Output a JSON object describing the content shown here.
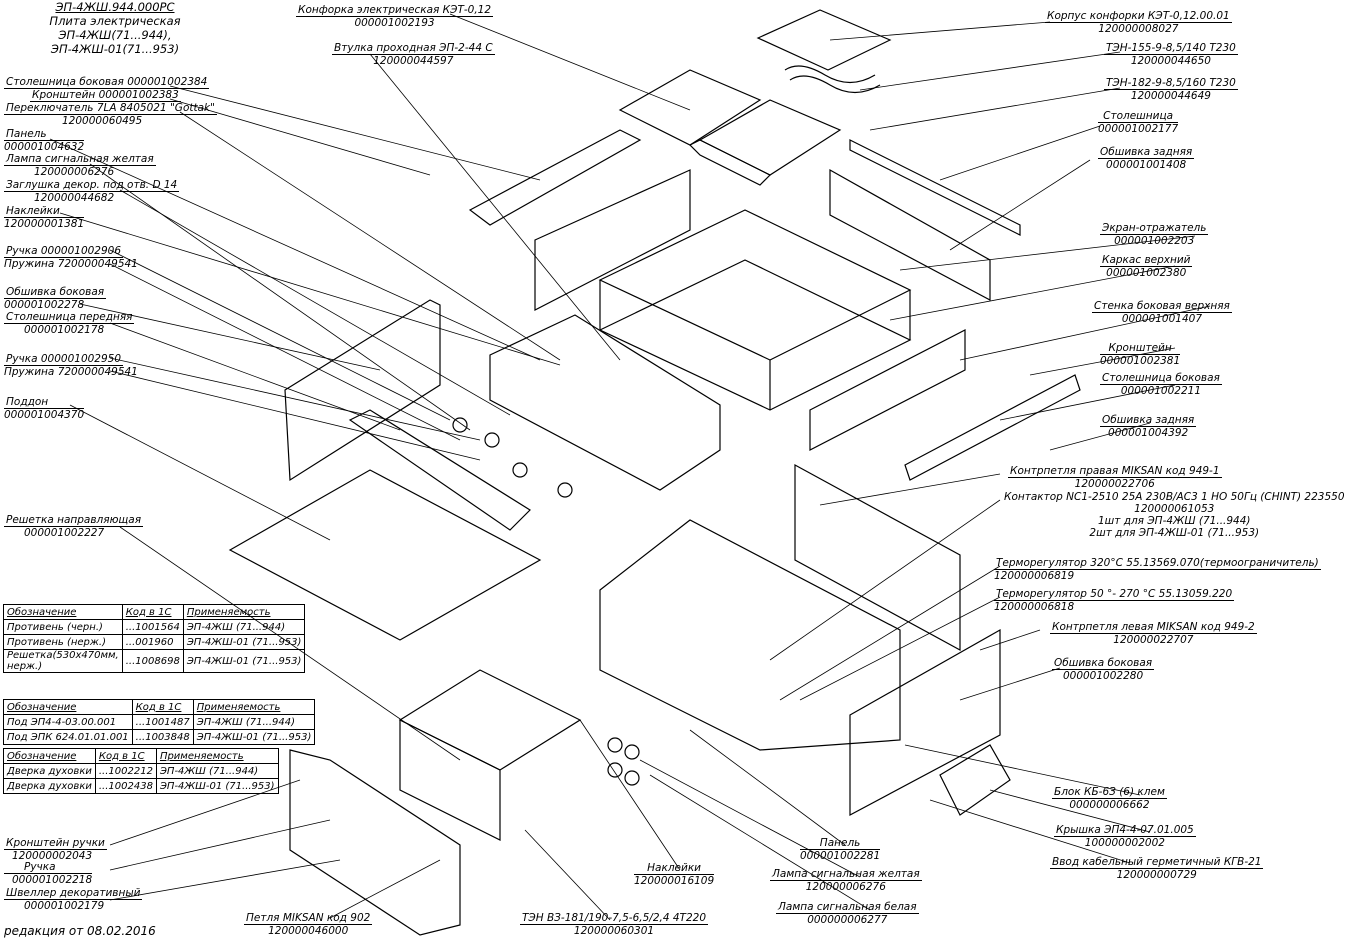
{
  "header": {
    "line1": "ЭП-4ЖШ.944.000РС",
    "line2": "Плита электрическая",
    "line3": "ЭП-4ЖШ(71...944), ЭП-4ЖШ-01(71...953)"
  },
  "footer": "редакция от 08.02.2016",
  "callouts": {
    "konforka": {
      "name": "Конфорка электрическая КЭТ-0,12",
      "code": "000001002193"
    },
    "vtulka": {
      "name": "Втулка проходная ЭП-2-44 С",
      "code": "120000044597"
    },
    "korpus_konforki": {
      "name": "Корпус конфорки КЭТ-0,12.00.01",
      "code": "120000008027"
    },
    "ten155": {
      "name": "ТЭН-155-9-8,5/140 Т230",
      "code": "120000044650"
    },
    "ten182": {
      "name": "ТЭН-182-9-8,5/160 Т230",
      "code": "120000044649"
    },
    "stoleshnitsa": {
      "name": "Столешница",
      "code": "000001002177"
    },
    "obshivka_zadnyaya_top": {
      "name": "Обшивка задняя",
      "code": "000001001408"
    },
    "stoleshnitsa_bokovaya_left": {
      "name": "Столешница боковая  000001002384"
    },
    "kronshtein_left": {
      "name": "Кронштейн 000001002383"
    },
    "pereklyuchatel": {
      "name": "Переключатель 7LA 8405021 \"Gottak\"",
      "code": "120000060495"
    },
    "panel_left": {
      "name": "Панель",
      "code": "000001004632"
    },
    "lampa_zheltaya_left": {
      "name": "Лампа сигнальная желтая",
      "code": "120000006276"
    },
    "zaglushka": {
      "name": "Заглушка декор. под отв. D 14",
      "code": "120000044682"
    },
    "nakleiki_left": {
      "name": "Наклейки",
      "code": "120000001381"
    },
    "ruchka1": {
      "name": "Ручка 000001002906"
    },
    "pruzhina1": {
      "name": "Пружина 720000049541"
    },
    "obshivka_bokovaya_left": {
      "name": "Обшивка боковая",
      "code": "000001002278"
    },
    "stoleshnitsa_perednyaya": {
      "name": "Столешница передняя",
      "code": "000001002178"
    },
    "ruchka2": {
      "name": "Ручка 000001002950"
    },
    "pruzhina2": {
      "name": "Пружина 720000049541"
    },
    "poddon": {
      "name": "Поддон",
      "code": "000001004370"
    },
    "reshetka": {
      "name": "Решетка направляющая",
      "code": "000001002227"
    },
    "ekran": {
      "name": "Экран-отражатель",
      "code": "000001002203"
    },
    "karkas": {
      "name": "Каркас верхний",
      "code": "000001002380"
    },
    "stenka": {
      "name": "Стенка боковая верхняя",
      "code": "000001001407"
    },
    "kronshtein_right": {
      "name": "Кронштейн",
      "code": "000001002381"
    },
    "stoleshnitsa_bokovaya_right": {
      "name": "Столешница боковая",
      "code": "000001002211"
    },
    "obshivka_zadnyaya_mid": {
      "name": "Обшивка задняя",
      "code": "000001004392"
    },
    "kontrpetlya_pravaya": {
      "name": "Контрпетля правая MIKSAN код 949-1",
      "code": "120000022706"
    },
    "kontaktor": {
      "name": "Контактор NC1-2510 25А 230В/АС3 1 НО 50Гц (CHINT) 223550",
      "code": "120000061053",
      "note1": "1шт для ЭП-4ЖШ (71...944)",
      "note2": "2шт для ЭП-4ЖШ-01 (71...953)"
    },
    "termoregulyator320": {
      "name": "Терморегулятор 320°С  55.13569.070(термоограничитель)",
      "code": "120000006819"
    },
    "termoregulyator50": {
      "name": "Терморегулятор 50 °- 270 °С   55.13059.220",
      "code": "120000006818"
    },
    "kontrpetlya_levaya": {
      "name": "Контрпетля левая MIKSAN код 949-2",
      "code": "120000022707"
    },
    "obshivka_bokovaya_right": {
      "name": "Обшивка боковая",
      "code": "000001002280"
    },
    "blok": {
      "name": "Блок КБ-6З (6) клем",
      "code": "000000006662"
    },
    "kryshka": {
      "name": "Крышка ЭП4-4-07.01.005",
      "code": "100000002002"
    },
    "vvod": {
      "name": "Ввод кабельный герметичный КГВ-21",
      "code": "120000000729"
    },
    "panel_bottom": {
      "name": "Панель",
      "code": "000001002281"
    },
    "lampa_zheltaya_bottom": {
      "name": "Лампа сигнальная желтая",
      "code": "120000006276"
    },
    "lampa_belaya": {
      "name": "Лампа сигнальная белая",
      "code": "000000006277"
    },
    "nakleiki_bottom": {
      "name": "Наклейки",
      "code": "120000016109"
    },
    "ten_bottom": {
      "name": "ТЭН ВЗ-181/190-7,5-6,5/2,4  4Т220",
      "code": "120000060301"
    },
    "petlya": {
      "name": "Петля MIKSAN код 902",
      "code": "120000046000"
    },
    "kronshtein_ruchki": {
      "name": "Кронштейн ручки",
      "code": "120000002043"
    },
    "ruchka_bottom": {
      "name": "Ручка",
      "code": "000001002218"
    },
    "shveller": {
      "name": "Швеллер декоративный",
      "code": "000001002179"
    }
  },
  "tables": {
    "table1": {
      "headers": [
        "Обозначение",
        "Код в 1С",
        "Применяемость"
      ],
      "rows": [
        [
          "Противень (черн.)",
          "...1001564",
          "ЭП-4ЖШ (71...944)"
        ],
        [
          "Противень (нерж.)",
          "...001960",
          "ЭП-4ЖШ-01 (71...953)"
        ],
        [
          "Решетка(530х470мм, нерж.)",
          "...1008698",
          "ЭП-4ЖШ-01 (71...953)"
        ]
      ]
    },
    "table2": {
      "headers": [
        "Обозначение",
        "Код в 1С",
        "Применяемость"
      ],
      "rows": [
        [
          "Под ЭП4-4-03.00.001",
          "...1001487",
          "ЭП-4ЖШ (71...944)"
        ],
        [
          "Под ЭПК 624.01.01.001",
          "...1003848",
          "ЭП-4ЖШ-01 (71...953)"
        ]
      ]
    },
    "table3": {
      "headers": [
        "Обозначение",
        "Код в 1С",
        "Применяемость"
      ],
      "rows": [
        [
          "Дверка духовки",
          "...1002212",
          "ЭП-4ЖШ (71...944)"
        ],
        [
          "Дверка духовки",
          "...1002438",
          "ЭП-4ЖШ-01 (71...953)"
        ]
      ]
    }
  }
}
